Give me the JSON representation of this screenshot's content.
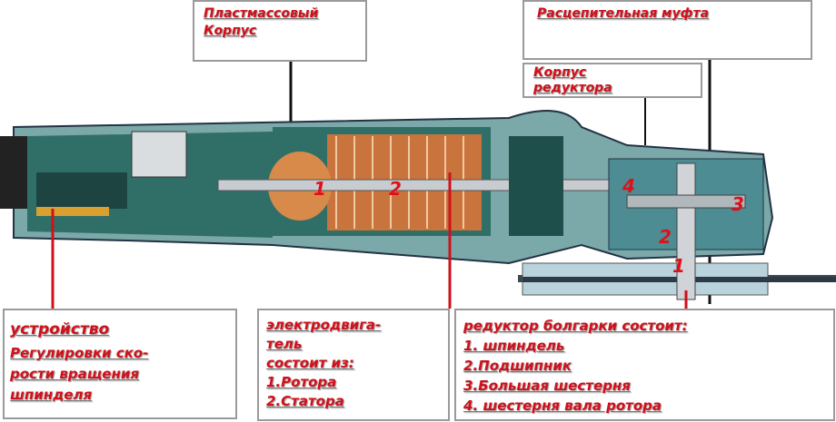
{
  "callouts": {
    "plastic_housing": [
      "Пластмассовый",
      "Корпус"
    ],
    "clutch": "Расцепительная муфта",
    "gearbox_housing": [
      "Корпус",
      "редуктора"
    ]
  },
  "speed_control": {
    "title": "устройство",
    "lines": [
      "Регулировки ско-",
      "рости вращения",
      "шпинделя"
    ]
  },
  "motor": {
    "lines": [
      "электродвига-",
      "тель",
      "состоит из:",
      "1.Ротора",
      "2.Статора"
    ]
  },
  "gearbox": {
    "title": "редуктор болгарки состоит:",
    "items": [
      "1. шпиндель",
      "2.Подшипник",
      "3.Большая шестерня",
      "4. шестерня вала ротора"
    ]
  },
  "diagram_numbers": {
    "rotor": "1",
    "stator": "2",
    "rotor_gear": "4",
    "big_gear": "3",
    "bearing": "2",
    "spindle": "1"
  },
  "colors": {
    "label": "#d0101a",
    "body": "#2d6d66",
    "copper": "#c9733d"
  }
}
